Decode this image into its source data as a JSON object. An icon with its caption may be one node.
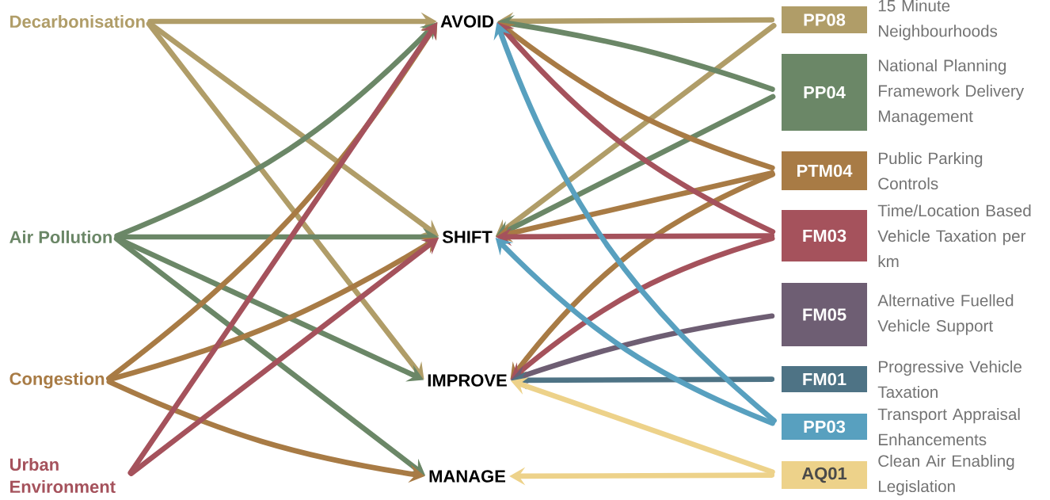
{
  "diagram": {
    "nodes": [
      {
        "text": [
          "Decarbonisation"
        ]
      },
      {
        "text": [
          "Air Pollution"
        ]
      },
      {
        "text": [
          "Congestion"
        ]
      },
      {
        "text": [
          "Urban Environment"
        ]
      },
      {
        "text": [
          "AVOID"
        ]
      },
      {
        "text": [
          "SHIFT"
        ]
      },
      {
        "text": [
          "IMPROVE"
        ]
      },
      {
        "text": [
          "MANAGE"
        ]
      },
      {
        "text": [
          "PP08"
        ],
        "beside": [
          "15 Minute Neighbourhoods"
        ]
      },
      {
        "text": [
          "PP04"
        ],
        "beside": [
          "National Planning Framework Delivery Management"
        ]
      },
      {
        "text": [
          "PTM04"
        ],
        "beside": [
          "Public Parking Controls"
        ]
      },
      {
        "text": [
          "FM03"
        ],
        "beside": [
          "Time/Location Based Vehicle Taxation per km"
        ]
      },
      {
        "text": [
          "FM05"
        ],
        "beside": [
          "Alternative Fuelled Vehicle Support"
        ]
      },
      {
        "text": [
          "FM01"
        ],
        "beside": [
          "Progressive Vehicle Taxation"
        ]
      },
      {
        "text": [
          "PP03"
        ],
        "beside": [
          "Transport Appraisal Enhancements"
        ]
      },
      {
        "text": [
          "AQ01"
        ],
        "beside": [
          "Clean Air Enabling Legislation"
        ]
      }
    ],
    "edges": [
      {
        "from": 0,
        "to": 4,
        "arrow": "to",
        "color": "#b09d68"
      },
      {
        "from": 0,
        "to": 5,
        "arrow": "to",
        "color": "#b09d68"
      },
      {
        "from": 0,
        "to": 6,
        "arrow": "to",
        "color": "#b09d68"
      },
      {
        "from": 1,
        "to": 4,
        "arrow": "to",
        "color": "#6b8767"
      },
      {
        "from": 1,
        "to": 5,
        "arrow": "to",
        "color": "#6b8767"
      },
      {
        "from": 1,
        "to": 6,
        "arrow": "to",
        "color": "#6b8767"
      },
      {
        "from": 1,
        "to": 7,
        "arrow": "to",
        "color": "#6b8767"
      },
      {
        "from": 2,
        "to": 4,
        "arrow": "to",
        "color": "#a87b45"
      },
      {
        "from": 2,
        "to": 5,
        "arrow": "to",
        "color": "#a87b45"
      },
      {
        "from": 2,
        "to": 7,
        "arrow": "to",
        "color": "#a87b45"
      },
      {
        "from": 3,
        "to": 4,
        "arrow": "to",
        "color": "#a5525c"
      },
      {
        "from": 3,
        "to": 5,
        "arrow": "to",
        "color": "#a5525c"
      },
      {
        "from": 8,
        "to": 4,
        "arrow": "to",
        "color": "#b09d68"
      },
      {
        "from": 8,
        "to": 5,
        "arrow": "to",
        "color": "#b09d68"
      },
      {
        "from": 9,
        "to": 4,
        "arrow": "to",
        "color": "#6b8767"
      },
      {
        "from": 9,
        "to": 5,
        "arrow": "to",
        "color": "#6b8767"
      },
      {
        "from": 10,
        "to": 4,
        "arrow": "to",
        "color": "#a87b45"
      },
      {
        "from": 10,
        "to": 5,
        "arrow": "to",
        "color": "#a87b45"
      },
      {
        "from": 10,
        "to": 6,
        "arrow": "to",
        "color": "#a87b45"
      },
      {
        "from": 11,
        "to": 4,
        "arrow": "to",
        "color": "#a5525c"
      },
      {
        "from": 11,
        "to": 5,
        "arrow": "to",
        "color": "#a5525c"
      },
      {
        "from": 11,
        "to": 6,
        "arrow": "to",
        "color": "#a5525c"
      },
      {
        "from": 12,
        "to": 6,
        "arrow": "to",
        "color": "#6e5e73"
      },
      {
        "from": 13,
        "to": 6,
        "arrow": "to",
        "color": "#4e7385"
      },
      {
        "from": 14,
        "to": 4,
        "arrow": "to",
        "color": "#58a0bf"
      },
      {
        "from": 14,
        "to": 5,
        "arrow": "to",
        "color": "#58a0bf"
      },
      {
        "from": 15,
        "to": 6,
        "arrow": "to",
        "color": "#edd28a"
      },
      {
        "from": 15,
        "to": 7,
        "arrow": "to",
        "color": "#edd28a"
      }
    ]
  }
}
